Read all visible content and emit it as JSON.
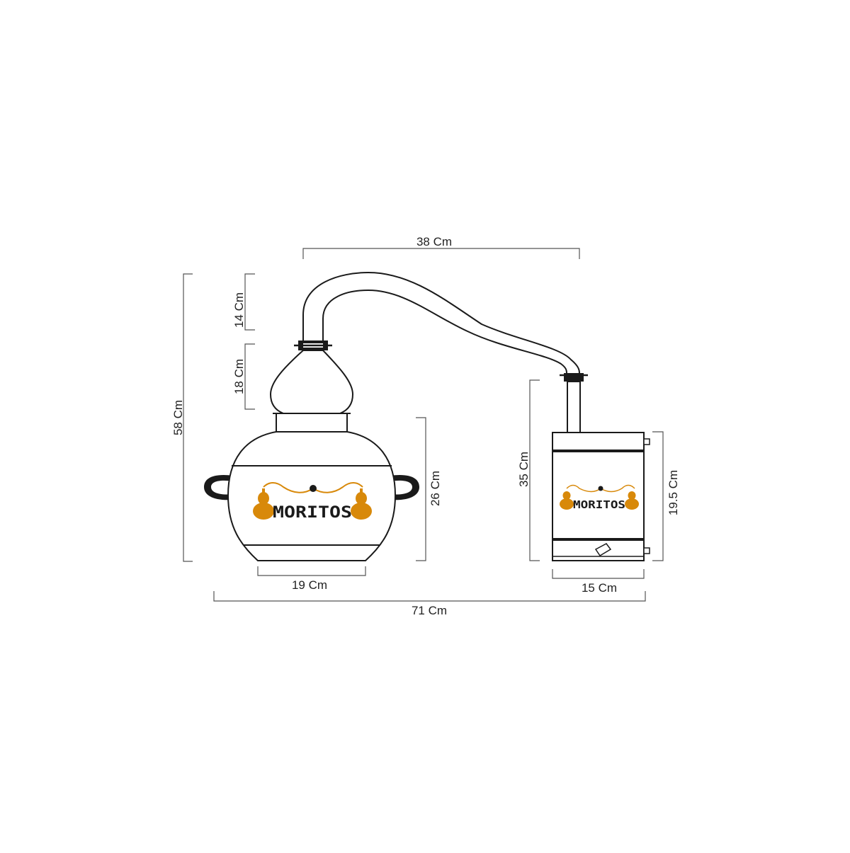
{
  "colors": {
    "line": "#1a1a1a",
    "dimension_line": "#555555",
    "logo_orange": "#d8890a",
    "logo_dark": "#1a1a1a",
    "background": "#ffffff"
  },
  "dimensions": {
    "swan_neck_width": "38 Cm",
    "overall_height": "58 Cm",
    "neck_height": "14 Cm",
    "dome_height": "18 Cm",
    "pot_height": "26 Cm",
    "pot_base_width": "19 Cm",
    "overall_width": "71 Cm",
    "condenser_height": "35 Cm",
    "condenser_body_height": "19.5 Cm",
    "condenser_base_width": "15 Cm"
  },
  "logo": {
    "pot_text": "MORITOS",
    "condenser_text": "MORITOS"
  },
  "icons": {
    "logo_onion": "onion-dome-icon",
    "logo_bead": "bead-icon"
  }
}
